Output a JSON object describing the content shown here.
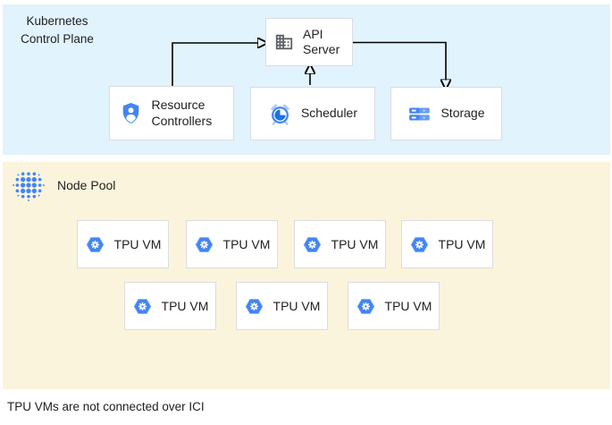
{
  "control_plane": {
    "label": "Kubernetes\nControl Plane",
    "boxes": {
      "api_server": {
        "label": "API Server",
        "icon": "building-icon"
      },
      "resource_controllers": {
        "label": "Resource Controllers",
        "icon": "shield-person-icon"
      },
      "scheduler": {
        "label": "Scheduler",
        "icon": "alarm-clock-icon"
      },
      "storage": {
        "label": "Storage",
        "icon": "storage-disks-icon"
      }
    },
    "edges": [
      {
        "from": "resource_controllers",
        "to": "api_server"
      },
      {
        "from": "scheduler",
        "to": "api_server"
      },
      {
        "from": "api_server",
        "to": "storage"
      }
    ]
  },
  "node_pool": {
    "label": "Node Pool",
    "icon": "dot-matrix-icon",
    "vm_icon": "tpu-hexagon-icon",
    "vms": [
      {
        "label": "TPU VM"
      },
      {
        "label": "TPU VM"
      },
      {
        "label": "TPU VM"
      },
      {
        "label": "TPU VM"
      },
      {
        "label": "TPU VM"
      },
      {
        "label": "TPU VM"
      },
      {
        "label": "TPU VM"
      }
    ]
  },
  "caption": "TPU VMs are not connected over ICI",
  "colors": {
    "control_plane_bg": "#E1F3FC",
    "node_pool_bg": "#FBF4DC",
    "box_border": "#DADCE0",
    "arrow": "#000000",
    "google_blue": "#4285F4",
    "google_blue_light": "#669DF6",
    "google_blue_pale": "#AECBFA",
    "google_blue_dark": "#1A73E8",
    "icon_gray": "#5F6368",
    "text": "#202124"
  }
}
